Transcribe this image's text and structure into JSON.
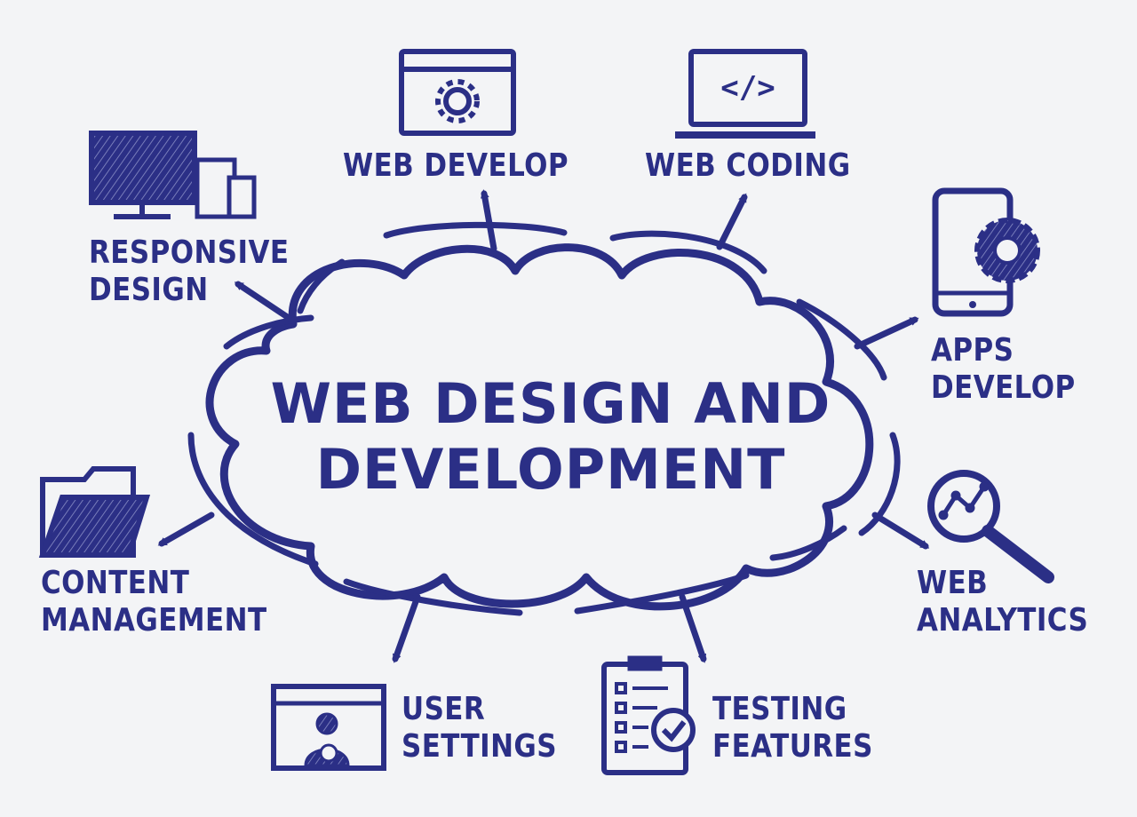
{
  "center": {
    "line1": "WEB DESIGN AND",
    "line2": "DEVELOPMENT"
  },
  "nodes": {
    "web_develop": {
      "label": "WEB DEVELOP",
      "icon": "browser-gear-icon"
    },
    "web_coding": {
      "label": "WEB CODING",
      "icon": "laptop-code-icon"
    },
    "responsive_design": {
      "line1": "RESPONSIVE",
      "line2": "DESIGN",
      "icon": "devices-icon"
    },
    "apps_develop": {
      "line1": "APPS",
      "line2": "DEVELOP",
      "icon": "smartphone-gear-icon"
    },
    "content_management": {
      "line1": "CONTENT",
      "line2": "MANAGEMENT",
      "icon": "folder-icon"
    },
    "web_analytics": {
      "line1": "WEB",
      "line2": "ANALYTICS",
      "icon": "magnifier-chart-icon"
    },
    "user_settings": {
      "line1": "USER",
      "line2": "SETTINGS",
      "icon": "browser-user-icon"
    },
    "testing_features": {
      "line1": "TESTING",
      "line2": "FEATURES",
      "icon": "clipboard-check-icon"
    }
  },
  "colors": {
    "ink": "#2b2f86",
    "background": "#f3f4f6"
  }
}
